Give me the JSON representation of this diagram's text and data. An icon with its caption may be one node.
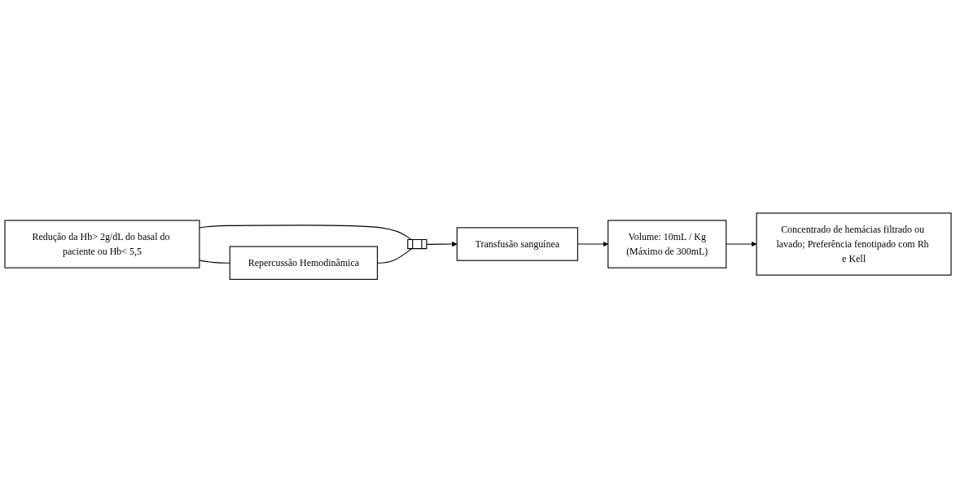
{
  "diagram": {
    "nodes": [
      {
        "text": [
          "Redução da Hb> 2g/dL do basal do paciente ou Hb< 5,5"
        ]
      },
      {
        "text": [
          "Repercussão Hemodinâmica"
        ]
      },
      {
        "text": [],
        "shape": "bar"
      },
      {
        "text": [
          "Transfusão sanguínea"
        ]
      },
      {
        "text": [
          "Volume: 10mL / Kg",
          "(Máximo de 300mL)"
        ]
      },
      {
        "text": [
          "Concentrado de hemácias filtrado ou lavado; Preferência fenotipado com Rh e Kell"
        ]
      }
    ],
    "edges": [
      {
        "from": 0,
        "to": 1,
        "arrow": "none"
      },
      {
        "from": 0,
        "to": 2,
        "arrow": "none"
      },
      {
        "from": 1,
        "to": 2,
        "arrow": "none"
      },
      {
        "from": 2,
        "to": 3,
        "arrow": "to"
      },
      {
        "from": 3,
        "to": 4,
        "arrow": "to"
      },
      {
        "from": 4,
        "to": 5,
        "arrow": "to"
      }
    ]
  }
}
